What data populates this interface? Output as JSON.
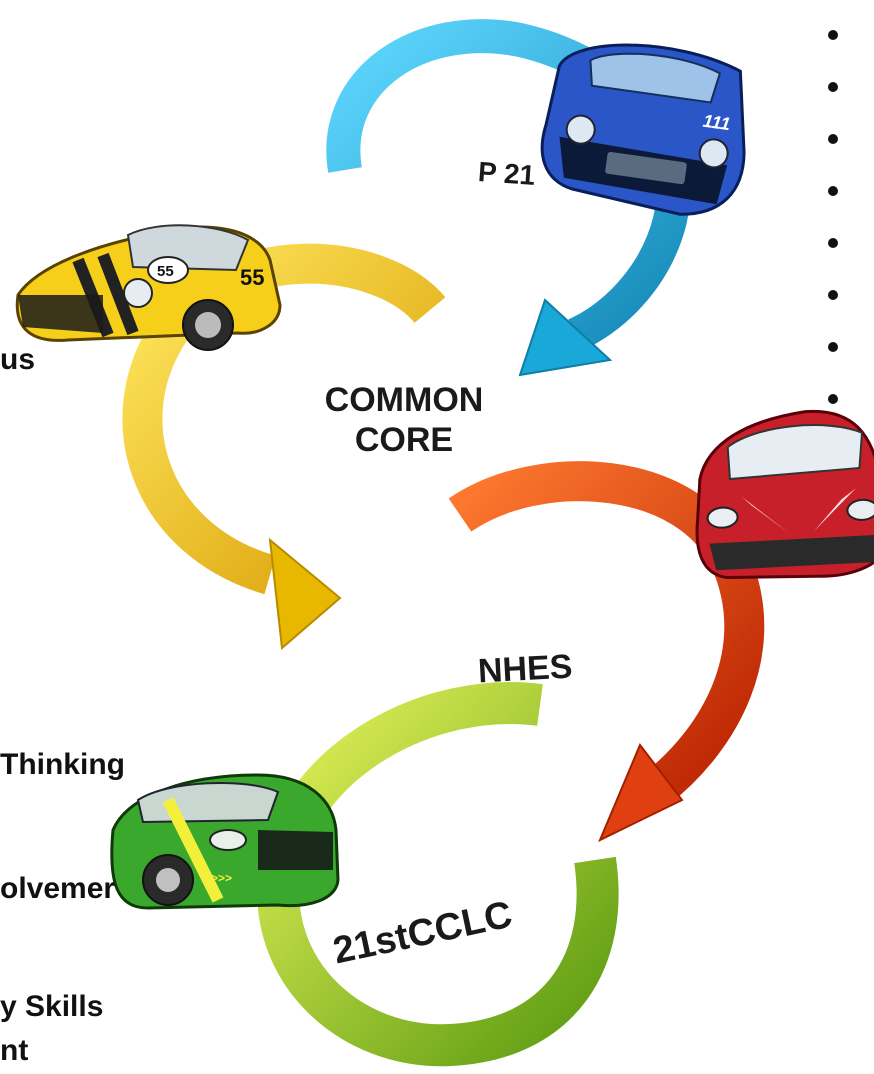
{
  "diagram": {
    "labels": {
      "p21": "P 21",
      "common_core": "COMMON CORE",
      "nhes": "NHES",
      "cclc": "21stCCLC"
    },
    "cars": [
      {
        "name": "blue",
        "number": "111",
        "color": "#2a56c8"
      },
      {
        "name": "yellow",
        "number": "55",
        "color": "#f5cf1a"
      },
      {
        "name": "red",
        "number": "",
        "color": "#c8202a"
      },
      {
        "name": "green",
        "number": "",
        "color": "#3aa82c"
      }
    ],
    "arrows": [
      {
        "name": "cyan",
        "color": "#1aa8d8"
      },
      {
        "name": "gold",
        "color": "#e8b800"
      },
      {
        "name": "red",
        "color": "#e04010"
      },
      {
        "name": "green",
        "color": "#8cc81a"
      }
    ]
  },
  "left_fragments": [
    "us",
    "Thinking",
    "olvemer",
    "y Skills",
    "nt"
  ],
  "bullet_count": 8
}
